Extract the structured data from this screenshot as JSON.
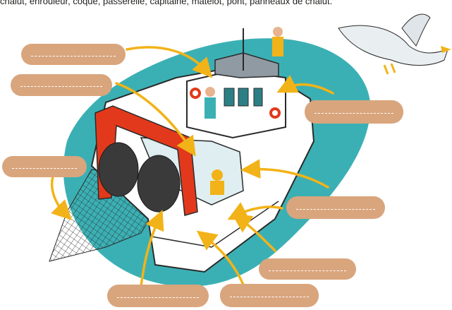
{
  "instruction": "chalut, enrouleur, coque, passerelle, capitaine, matelot, pont, panneaux de chalut.",
  "colors": {
    "sea": "#3bb0b4",
    "label_fill": "#d9a57d",
    "arrow": "#f2b318",
    "hull": "#ffffff",
    "frame_red": "#e2391c",
    "outline": "#2a2a2a"
  },
  "label_boxes": [
    {
      "id": "box-1"
    },
    {
      "id": "box-2"
    },
    {
      "id": "box-3"
    },
    {
      "id": "box-4"
    },
    {
      "id": "box-5"
    },
    {
      "id": "box-6"
    },
    {
      "id": "box-7"
    },
    {
      "id": "box-8"
    }
  ]
}
